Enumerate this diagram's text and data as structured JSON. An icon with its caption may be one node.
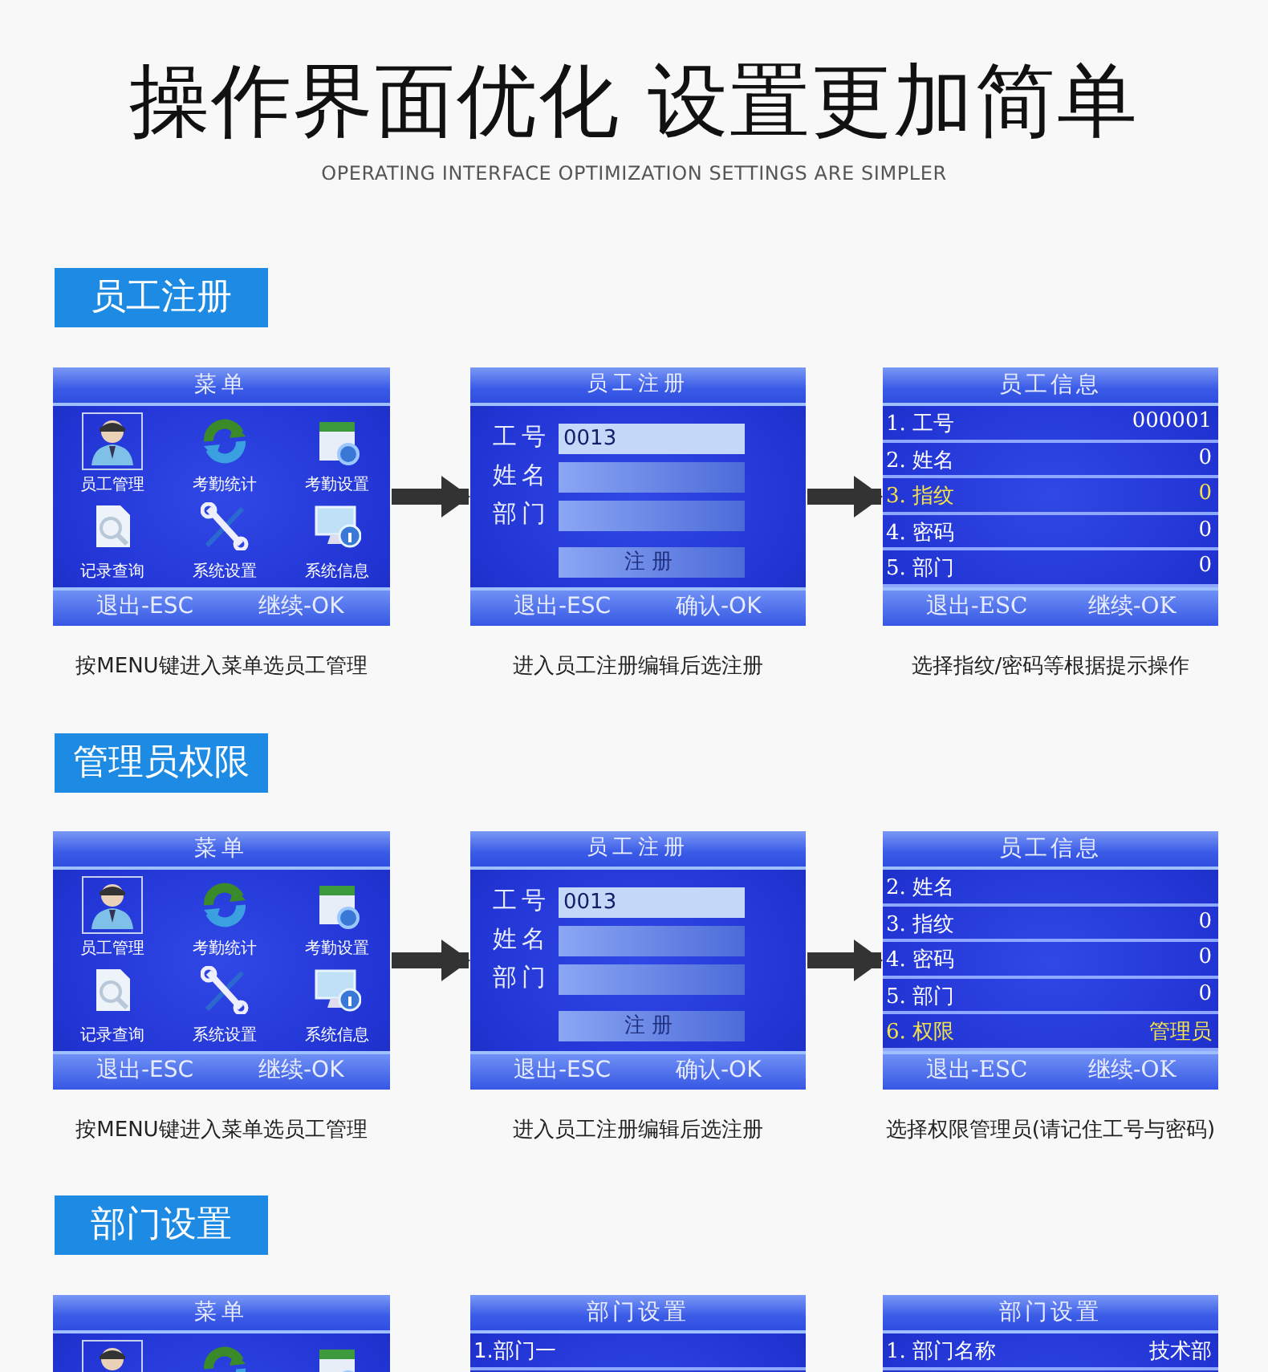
{
  "diagram": {
    "title": "操作界面优化 设置更加简单",
    "nodes": [
      {
        "text": [
          "员工注册"
        ]
      },
      {
        "text": [
          "菜单",
          "员工管理",
          "考勤统计",
          "考勤设置",
          "记录查询",
          "系统设置",
          "系统信息",
          "退出-ESC",
          "继续-OK"
        ],
        "beside": [
          "按MENU键进入菜单选员工管理"
        ]
      },
      {
        "text": [
          "员工注册",
          "工号",
          "0013",
          "姓名",
          "部门",
          "注册",
          "退出-ESC",
          "确认-OK"
        ],
        "beside": [
          "进入员工注册编辑后选注册"
        ]
      },
      {
        "text": [
          "员工信息",
          "1. 工号",
          "000001",
          "2. 姓名",
          "0",
          "3. 指纹",
          "0",
          "4. 密码",
          "0",
          "5. 部门",
          "0",
          "退出-ESC",
          "继续-OK"
        ],
        "beside": [
          "选择指纹/密码等根据提示操作"
        ]
      },
      {
        "text": [
          "管理员权限"
        ]
      },
      {
        "text": [
          "菜单",
          "员工管理",
          "考勤统计",
          "考勤设置",
          "记录查询",
          "系统设置",
          "系统信息",
          "退出-ESC",
          "继续-OK"
        ],
        "beside": [
          "按MENU键进入菜单选员工管理"
        ]
      },
      {
        "text": [
          "员工注册",
          "工号",
          "0013",
          "姓名",
          "部门",
          "注册",
          "退出-ESC",
          "确认-OK"
        ],
        "beside": [
          "进入员工注册编辑后选注册"
        ]
      },
      {
        "text": [
          "员工信息",
          "2. 姓名",
          "3. 指纹",
          "0",
          "4. 密码",
          "0",
          "5. 部门",
          "0",
          "6. 权限",
          "管理员",
          "退出-ESC",
          "继续-OK"
        ],
        "beside": [
          "选择权限管理员(请记住工号与密码)"
        ]
      },
      {
        "text": [
          "部门设置"
        ]
      },
      {
        "text": [
          "菜单"
        ]
      },
      {
        "text": [
          "部门设置",
          "1.部门一"
        ]
      },
      {
        "text": [
          "部门设置",
          "1. 部门名称",
          "技术部"
        ]
      }
    ],
    "edges": [
      {
        "from": 1,
        "to": 2,
        "arrow": "to"
      },
      {
        "from": 2,
        "to": 3,
        "arrow": "to"
      },
      {
        "from": 5,
        "to": 6,
        "arrow": "to"
      },
      {
        "from": 6,
        "to": 7,
        "arrow": "to"
      }
    ],
    "labels": [
      "OPERATING INTERFACE OPTIMIZATION SETTINGS ARE SIMPLER"
    ]
  }
}
